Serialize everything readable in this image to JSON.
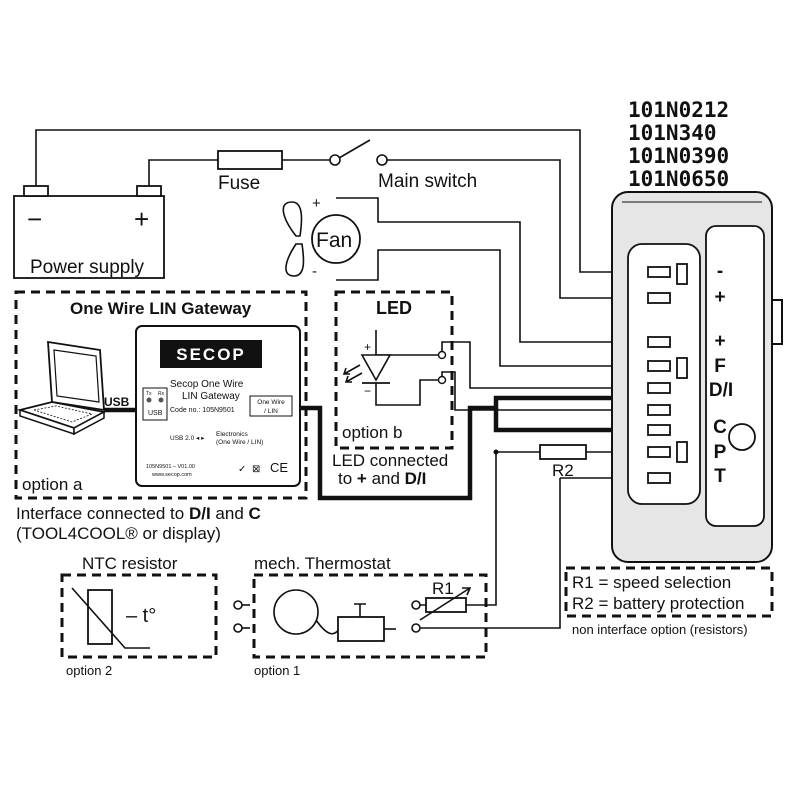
{
  "models": [
    "101N0212",
    "101N340",
    "101N0390",
    "101N0650"
  ],
  "power_supply": {
    "label": "Power supply",
    "minus": "−",
    "plus": "+"
  },
  "fuse": "Fuse",
  "main_switch": "Main switch",
  "fan": {
    "label": "Fan",
    "plus": "+",
    "minus": "-"
  },
  "gateway": {
    "title": "One Wire LIN Gateway",
    "usb": "USB",
    "brand": "SECOP",
    "product_line1": "Secop One Wire",
    "product_line2": "LIN Gateway",
    "code": "Code no.: 105N9501",
    "one_wire_1": "One Wire",
    "one_wire_2": "/ LIN",
    "tx": "Tx",
    "rx": "Rx",
    "usb_small": "USB",
    "usb20": "USB 2.0",
    "electronics_1": "Electronics",
    "electronics_2": "(One Wire / LIN)",
    "version": "105N9501 – V01.00",
    "website": "www.secop.com",
    "ce": "CE",
    "option": "option a"
  },
  "interface_note": {
    "line1_prefix": "Interface connected to ",
    "di": "D/I",
    "and": " and ",
    "c": "C",
    "line2": "(TOOL4COOL® or display)"
  },
  "led": {
    "title": "LED",
    "plus": "+",
    "minus": "−",
    "option": "option b",
    "note_line1": "LED connected",
    "note_prefix": "to ",
    "note_plus": "+",
    "note_and": " and ",
    "note_di": "D/I"
  },
  "terminals": [
    "-",
    "+",
    "+",
    "F",
    "D/I",
    "C",
    "P",
    "T"
  ],
  "r2": "R2",
  "ntc": {
    "title": "NTC resistor",
    "symbol": "– t°",
    "option": "option 2"
  },
  "thermostat": {
    "title": "mech. Thermostat",
    "r1": "R1",
    "option": "option 1"
  },
  "resistor_legend": {
    "line1": "R1 = speed selection",
    "line2": "R2 = battery protection",
    "note": "non interface option (resistors)"
  }
}
